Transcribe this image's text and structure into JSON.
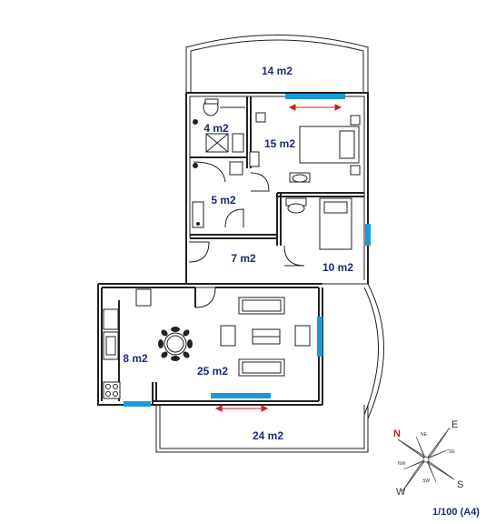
{
  "rooms": {
    "terrace_north": "14 m2",
    "bedroom_main": "15 m2",
    "bath_1": "4 m2",
    "bath_2": "5 m2",
    "hall": "7 m2",
    "bedroom_second": "10 m2",
    "kitchen": "8 m2",
    "living": "25 m2",
    "terrace_south": "24 m2"
  },
  "scale": "1/100 (A4)",
  "compass": {
    "n": "N",
    "e": "E",
    "s": "S",
    "w": "W",
    "ne": "NE",
    "nw": "NW",
    "se": "SE",
    "sw": "SW"
  },
  "colors": {
    "window": "#1a9bd7",
    "arrow": "#cc1f1f",
    "label": "#1e2a78",
    "north": "#cc1f1f"
  }
}
